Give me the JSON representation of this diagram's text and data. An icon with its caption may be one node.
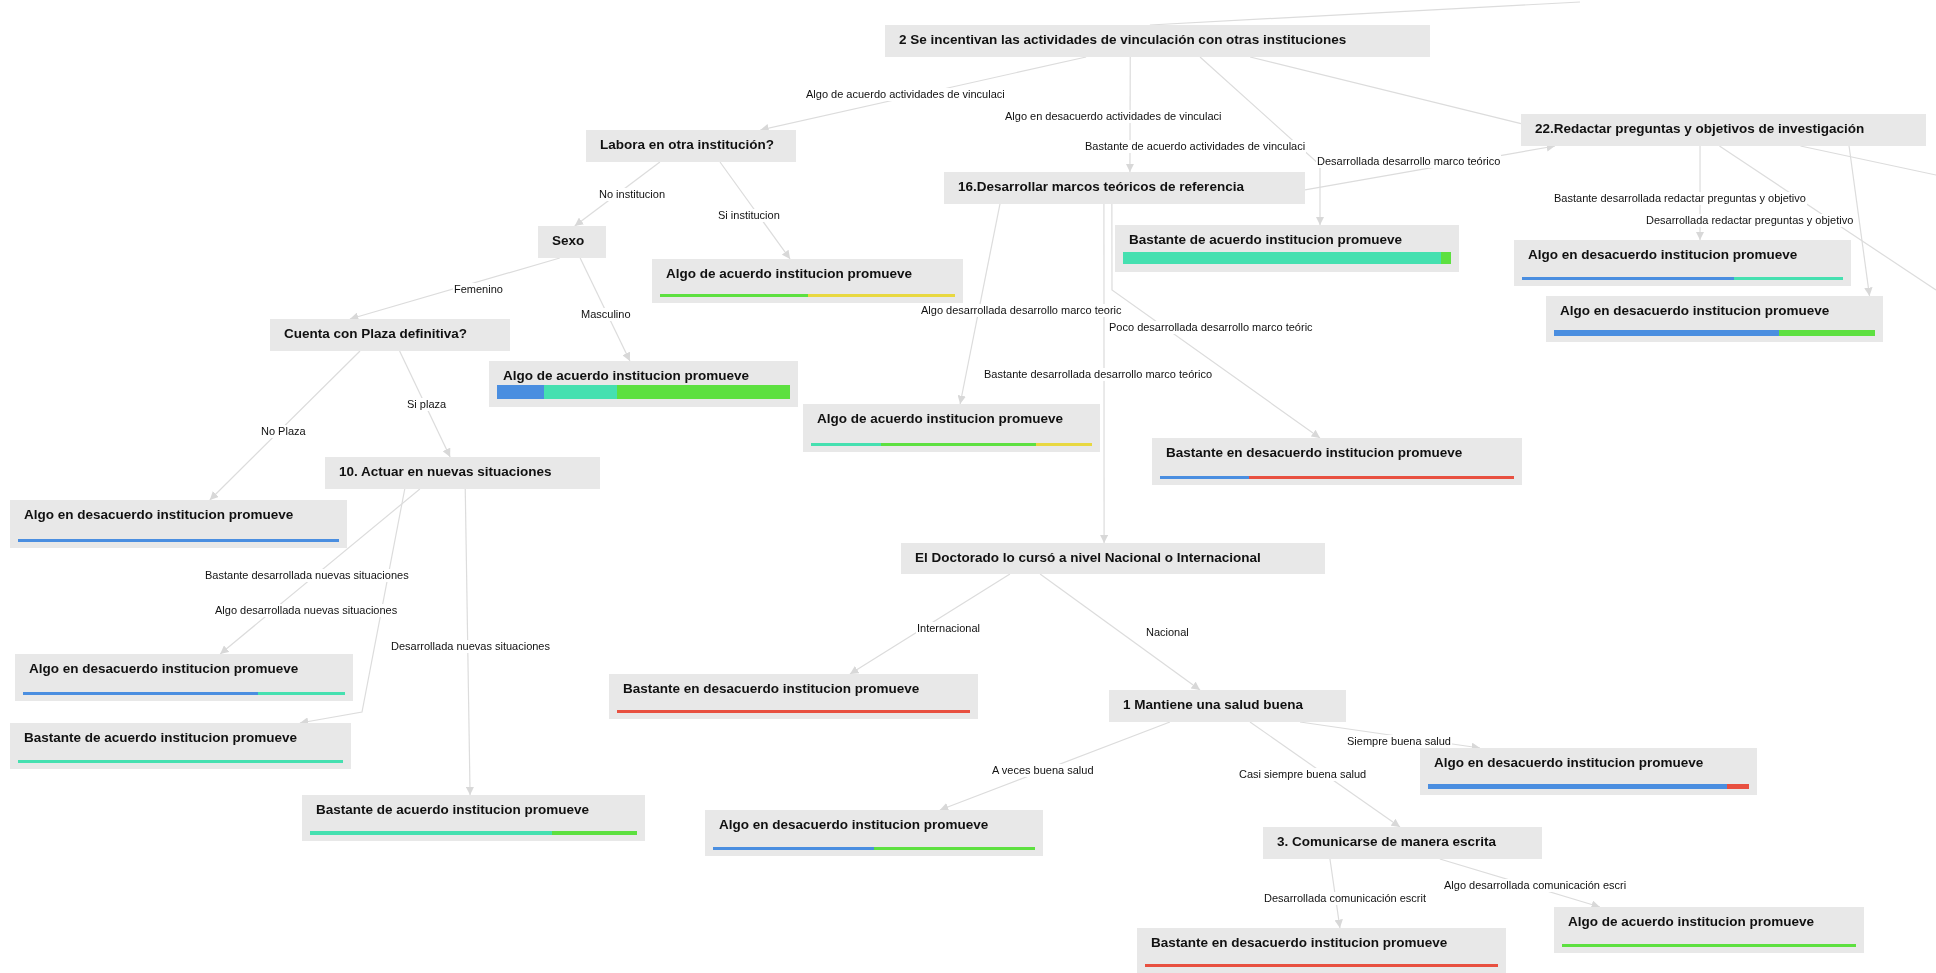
{
  "diagram": {
    "nodes": [
      {
        "text": [
          "2 Se incentivan las actividades de vinculación con otras instituciones"
        ]
      },
      {
        "text": [
          "Labora en otra institución?"
        ]
      },
      {
        "text": [
          "Sexo"
        ]
      },
      {
        "text": [
          "Algo de acuerdo institucion promueve"
        ]
      },
      {
        "text": [
          "Cuenta con Plaza definitiva?"
        ]
      },
      {
        "text": [
          "Algo de acuerdo institucion promueve"
        ]
      },
      {
        "text": [
          "Algo en desacuerdo institucion promueve"
        ]
      },
      {
        "text": [
          "10. Actuar en nuevas situaciones"
        ]
      },
      {
        "text": [
          "Algo en desacuerdo institucion promueve"
        ]
      },
      {
        "text": [
          "Bastante de acuerdo institucion promueve"
        ]
      },
      {
        "text": [
          "Bastante de acuerdo institucion promueve"
        ]
      },
      {
        "text": [
          "16.Desarrollar marcos teóricos de referencia"
        ]
      },
      {
        "text": [
          "Bastante de acuerdo institucion promueve"
        ]
      },
      {
        "text": [
          "Algo de acuerdo institucion promueve"
        ]
      },
      {
        "text": [
          "Bastante en desacuerdo institucion promueve"
        ]
      },
      {
        "text": [
          "El Doctorado lo cursó a nivel Nacional o Internacional"
        ]
      },
      {
        "text": [
          "Bastante en desacuerdo institucion promueve"
        ]
      },
      {
        "text": [
          "1 Mantiene una salud buena"
        ]
      },
      {
        "text": [
          "Algo en desacuerdo institucion promueve"
        ]
      },
      {
        "text": [
          "Algo en desacuerdo institucion promueve"
        ]
      },
      {
        "text": [
          "3. Comunicarse de manera escrita"
        ]
      },
      {
        "text": [
          "Bastante en desacuerdo institucion promueve"
        ]
      },
      {
        "text": [
          "Algo de acuerdo institucion promueve"
        ]
      },
      {
        "text": [
          "22.Redactar preguntas y objetivos de investigación"
        ]
      },
      {
        "text": [
          "Algo en desacuerdo institucion promueve"
        ]
      },
      {
        "text": [
          "Algo en desacuerdo institucion promueve"
        ]
      }
    ],
    "edges": [
      {
        "from": 0,
        "to": 1,
        "arrow": "to",
        "label": "Algo de acuerdo actividades de vinculaci"
      },
      {
        "from": 0,
        "to": 11,
        "arrow": "to",
        "label": "Algo en desacuerdo  actividades de vinculaci"
      },
      {
        "from": 0,
        "to": 12,
        "arrow": "to",
        "label": "Bastante de acuerdo  actividades de vinculaci"
      },
      {
        "from": 1,
        "to": 2,
        "arrow": "to",
        "label": "No institucion"
      },
      {
        "from": 1,
        "to": 3,
        "arrow": "to",
        "label": "Si institucion"
      },
      {
        "from": 2,
        "to": 4,
        "arrow": "to",
        "label": "Femenino"
      },
      {
        "from": 2,
        "to": 5,
        "arrow": "to",
        "label": "Masculino"
      },
      {
        "from": 4,
        "to": 6,
        "arrow": "to",
        "label": "No Plaza"
      },
      {
        "from": 4,
        "to": 7,
        "arrow": "to",
        "label": "Si plaza"
      },
      {
        "from": 7,
        "to": 8,
        "arrow": "to",
        "label": "Bastante desarrollada nuevas situaciones"
      },
      {
        "from": 7,
        "to": 9,
        "arrow": "to",
        "label": "Algo desarrollada nuevas situaciones"
      },
      {
        "from": 7,
        "to": 10,
        "arrow": "to",
        "label": "Desarrollada nuevas situaciones"
      },
      {
        "from": 11,
        "to": 13,
        "arrow": "to",
        "label": "Algo desarrollada desarrollo marco teoric"
      },
      {
        "from": 11,
        "to": 14,
        "arrow": "to",
        "label": "Poco desarrollada desarrollo marco teóric"
      },
      {
        "from": 11,
        "to": 15,
        "arrow": "to",
        "label": "Bastante desarrollada desarrollo marco teórico"
      },
      {
        "from": 11,
        "to": 23,
        "arrow": "to",
        "label": "Desarrollada desarrollo marco teórico"
      },
      {
        "from": 15,
        "to": 16,
        "arrow": "to",
        "label": "Internacional"
      },
      {
        "from": 15,
        "to": 17,
        "arrow": "to",
        "label": "Nacional"
      },
      {
        "from": 17,
        "to": 18,
        "arrow": "to",
        "label": "A veces buena salud"
      },
      {
        "from": 17,
        "to": 19,
        "arrow": "to",
        "label": "Siempre buena salud"
      },
      {
        "from": 17,
        "to": 20,
        "arrow": "to",
        "label": "Casi siempre buena salud"
      },
      {
        "from": 20,
        "to": 21,
        "arrow": "to",
        "label": "Desarrollada comunicación escrit"
      },
      {
        "from": 20,
        "to": 22,
        "arrow": "to",
        "label": "Algo desarrollada comunicación escri"
      },
      {
        "from": 23,
        "to": 24,
        "arrow": "to",
        "label": "Bastante desarrollada redactar preguntas y objetivo"
      },
      {
        "from": 23,
        "to": 25,
        "arrow": "to",
        "label": "Desarrollada redactar preguntas y objetivo"
      },
      {
        "from": 0,
        "to": null,
        "arrow": "none"
      },
      {
        "from": 0,
        "to": 23,
        "arrow": "none"
      },
      {
        "from": 23,
        "to": null,
        "arrow": "none"
      },
      {
        "from": 23,
        "to": null,
        "arrow": "none"
      }
    ]
  }
}
